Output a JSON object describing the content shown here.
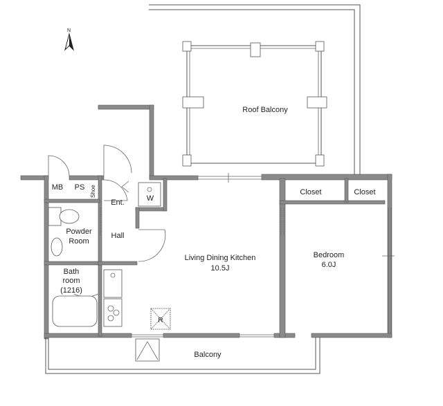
{
  "compass": {
    "north_label": "N"
  },
  "rooms": {
    "roof_balcony": "Roof Balcony",
    "mb": "MB",
    "ps": "PS",
    "shoe": "Shoe",
    "entrance": "Ent.",
    "washer": "W",
    "powder_room_line1": "Powder",
    "powder_room_line2": "Room",
    "hall": "Hall",
    "bath_line1": "Bath",
    "bath_line2": "room",
    "bath_line3": "(1216)",
    "ldk_name": "Living Dining Kitchen",
    "ldk_size": "10.5J",
    "bedroom_name": "Bedroom",
    "bedroom_size": "6.0J",
    "closet_1": "Closet",
    "closet_2": "Closet",
    "refrigerator": "R",
    "balcony": "Balcony"
  }
}
